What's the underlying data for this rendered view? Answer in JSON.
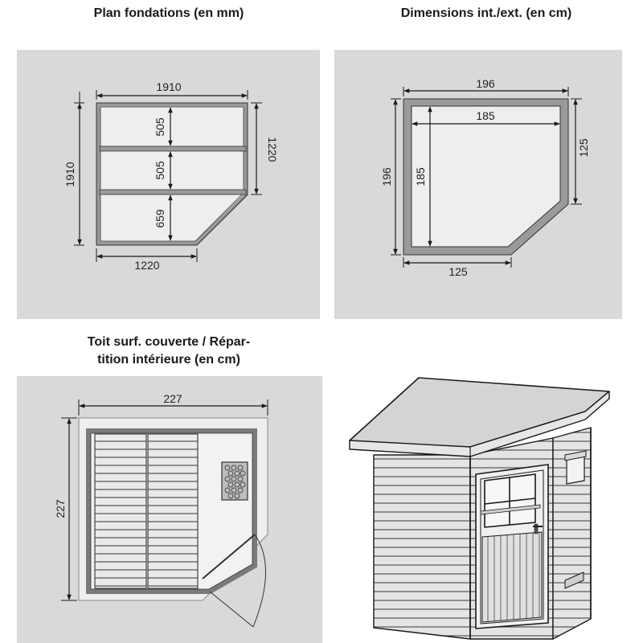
{
  "foundation": {
    "title": "Plan fondations (en mm)",
    "width_top": "1910",
    "height_left": "1910",
    "right_side": "1220",
    "bottom_side": "1220",
    "rows": [
      "505",
      "505",
      "659"
    ]
  },
  "dimensions": {
    "title": "Dimensions int./ext. (en cm)",
    "outer_top": "196",
    "inner_top": "185",
    "outer_left": "196",
    "inner_left": "185",
    "right_side": "125",
    "bottom_side": "125"
  },
  "roof": {
    "title_line1": "Toit surf. couverte / Répar-",
    "title_line2": "tition intérieure (en cm)",
    "width": "227",
    "height": "227"
  },
  "colors": {
    "panel_bg": "#d9d9d9",
    "wall": "#9a9a9a",
    "line": "#1a1a1a"
  }
}
